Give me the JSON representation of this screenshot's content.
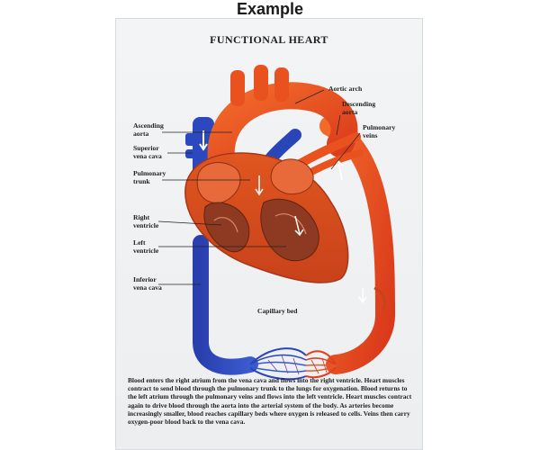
{
  "page": {
    "title": "Example"
  },
  "poster": {
    "heading": "FUNCTIONAL HEART",
    "labels": {
      "aortic_arch": "Aortic arch",
      "descending_aorta": "Descending\naorta",
      "pulmonary_veins": "Pulmonary\nveins",
      "ascending_aorta": "Ascending\naorta",
      "superior_vena_cava": "Superior\nvena cava",
      "pulmonary_trunk": "Pulmonary\ntrunk",
      "right_ventricle": "Right\nventricle",
      "left_ventricle": "Left\nventricle",
      "inferior_vena_cava": "Inferior\nvena cava",
      "capillary_bed": "Capillary bed"
    },
    "description": "Blood enters the right atrium from the vena cava and flows into the right ventricle. Heart muscles contract to send blood through the pulmonary trunk to the lungs for oxygenation. Blood returns to the left atrium through the pulmonary veins and flows into the left ventricle. Heart muscles contract again to drive blood through the aorta into the arterial system of the body. As arteries become increasingly smaller, blood reaches capillary beds where oxygen is released to cells. Veins then carry oxygen-poor blood back to the vena cava."
  },
  "colors": {
    "oxygenated": "#e8461e",
    "deoxygenated": "#2a45b8",
    "muscle": "#c2481c"
  }
}
